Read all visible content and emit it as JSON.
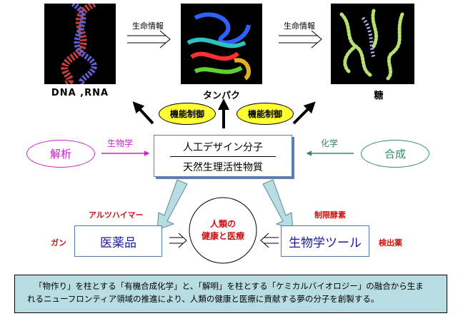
{
  "top": {
    "images": [
      {
        "label": "DNA ,RNA",
        "icon": "dna-helix-image"
      },
      {
        "label": "タンパク",
        "icon": "protein-structure-image"
      },
      {
        "label": "糖",
        "icon": "sugar-chain-image"
      }
    ],
    "flow_labels": [
      "生命情報",
      "生命情報"
    ]
  },
  "control": [
    "機能制御",
    "機能制御"
  ],
  "center": {
    "top": "人工デザイン分子",
    "bottom": "天然生理活性物質"
  },
  "left": {
    "ellipse": "解析",
    "arrow_label": "生物学",
    "color": "#cc22cc"
  },
  "right": {
    "ellipse": "合成",
    "arrow_label": "化学",
    "color": "#2e8b6a"
  },
  "circle": {
    "line1": "人類の",
    "line2": "健康と医療"
  },
  "boxes": {
    "left": {
      "label": "医薬品",
      "tags": [
        "アルツハイマー",
        "ガン"
      ]
    },
    "right": {
      "label": "生物学ツール",
      "tags": [
        "制限酵素",
        "検出薬"
      ]
    }
  },
  "note": {
    "line1": "「物作り」を柱とする「有機合成化学」と、「解明」を柱とする「ケミカルバイオロジー」の融合から生ま",
    "line2": "れるニューフロンティア領域の推進により、人類の健康と医療に貢献する夢の分子を創製する。"
  }
}
